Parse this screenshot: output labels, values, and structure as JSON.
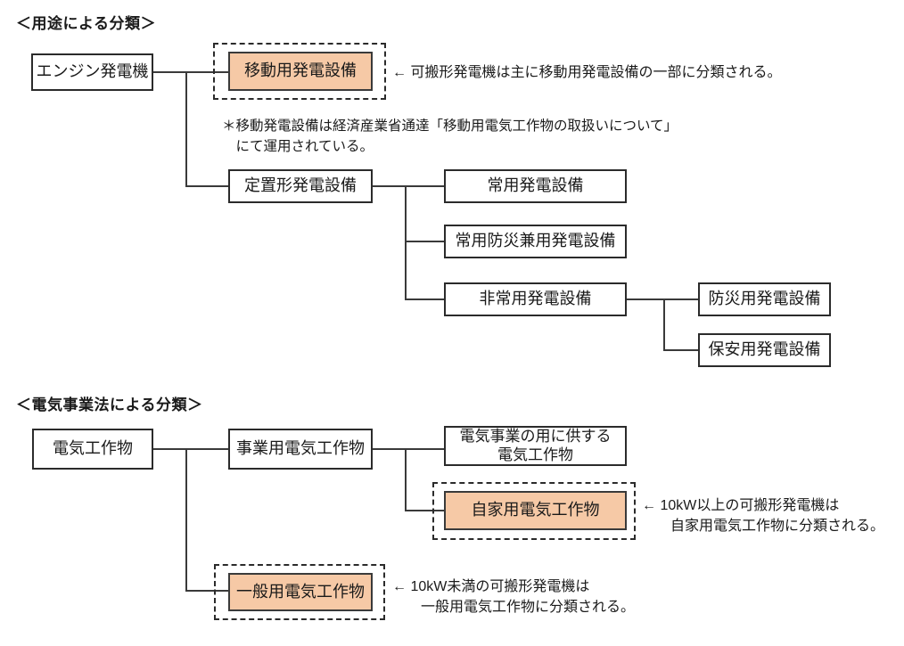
{
  "sections": {
    "usage": {
      "heading": "＜用途による分類＞",
      "root": "エンジン発電機",
      "mobile": "移動用発電設備",
      "mobile_note": "← 可搬形発電機は主に移動用発電設備の一部に分類される。",
      "footnote": "＊移動発電設備は経済産業省通達「移動用電気工作物の取扱いについて」\n　にて運用されている。",
      "stationary": "定置形発電設備",
      "children": [
        "常用発電設備",
        "常用防災兼用発電設備",
        "非常用発電設備"
      ],
      "emergency_children": [
        "防災用発電設備",
        "保安用発電設備"
      ]
    },
    "law": {
      "heading": "＜電気事業法による分類＞",
      "root": "電気工作物",
      "business": "事業用電気工作物",
      "business_children": [
        "電気事業の用に供する\n電気工作物",
        "自家用電気工作物"
      ],
      "private_note": "← 10kW以上の可搬形発電機は\n　　自家用電気工作物に分類される。",
      "general": "一般用電気工作物",
      "general_note": "← 10kW未満の可搬形発電機は\n　　一般用電気工作物に分類される。"
    }
  },
  "colors": {
    "highlight_fill": "#f6c9a6",
    "stroke": "#2b2b2b",
    "text": "#1a1a1a",
    "background": "#ffffff"
  }
}
